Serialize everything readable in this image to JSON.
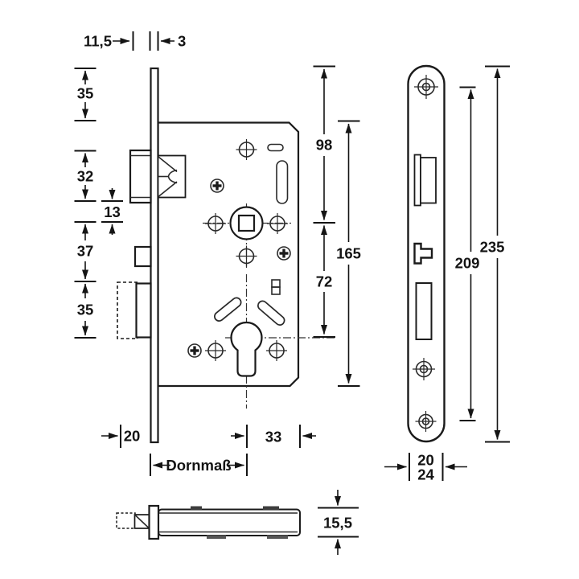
{
  "colors": {
    "line": "#1b1b1b",
    "background": "#ffffff"
  },
  "labels": {
    "top": {
      "latch_projection": "11,5",
      "faceplate_thickness": "3"
    },
    "left_chain": {
      "d35_top": "35",
      "d32": "32",
      "d13": "13",
      "d37": "37",
      "d35_bottom": "35"
    },
    "right_chain": {
      "d98": "98",
      "d165": "165",
      "d72": "72"
    },
    "bottom": {
      "d20": "20",
      "d33": "33",
      "backset": "Dornmaß"
    },
    "faceplate": {
      "d235": "235",
      "d209": "209",
      "width_a": "20",
      "width_b": "24"
    },
    "section": {
      "d15_5": "15,5"
    }
  }
}
